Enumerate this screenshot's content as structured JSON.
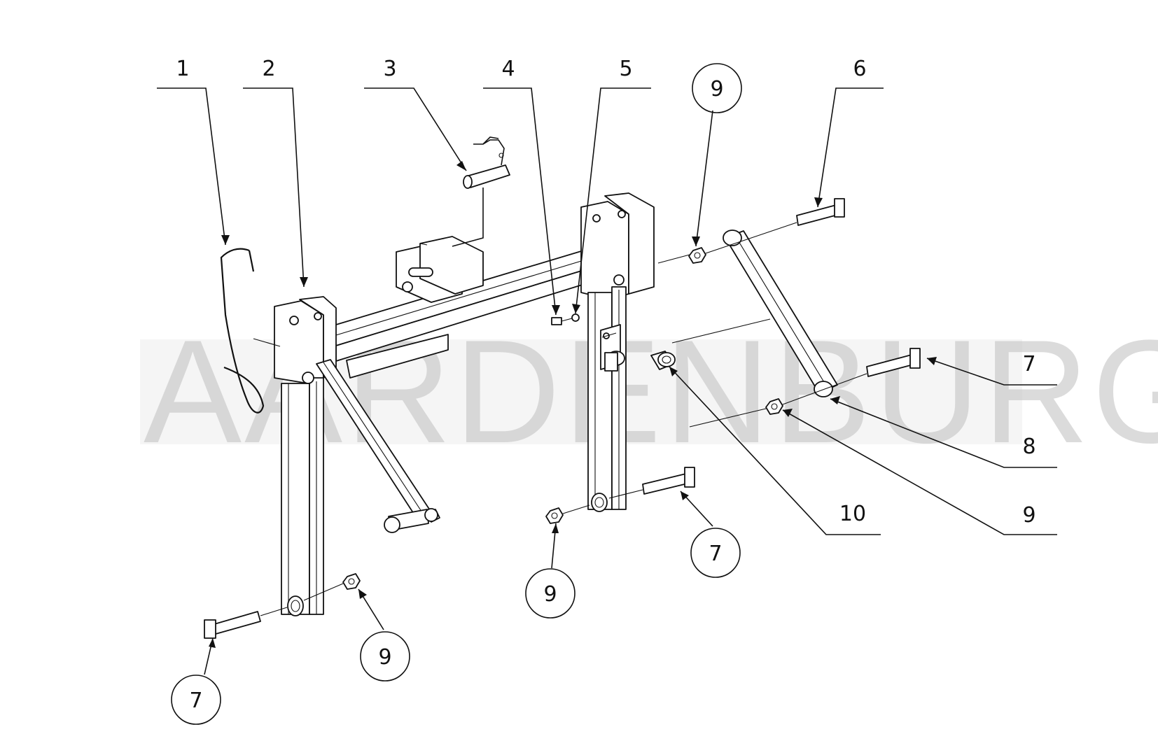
{
  "watermark": {
    "text": "AARDENBURG"
  },
  "callouts": [
    {
      "id": "c1",
      "label": "1"
    },
    {
      "id": "c2",
      "label": "2"
    },
    {
      "id": "c3",
      "label": "3"
    },
    {
      "id": "c4",
      "label": "4"
    },
    {
      "id": "c5",
      "label": "5"
    },
    {
      "id": "c6",
      "label": "6"
    },
    {
      "id": "c9top",
      "label": "9"
    },
    {
      "id": "c7right",
      "label": "7"
    },
    {
      "id": "c8right",
      "label": "8"
    },
    {
      "id": "c9right",
      "label": "9"
    },
    {
      "id": "c10",
      "label": "10"
    },
    {
      "id": "c7mid",
      "label": "7"
    },
    {
      "id": "c9mid",
      "label": "9"
    },
    {
      "id": "c9bottom",
      "label": "9"
    },
    {
      "id": "c7bottom",
      "label": "7"
    }
  ]
}
